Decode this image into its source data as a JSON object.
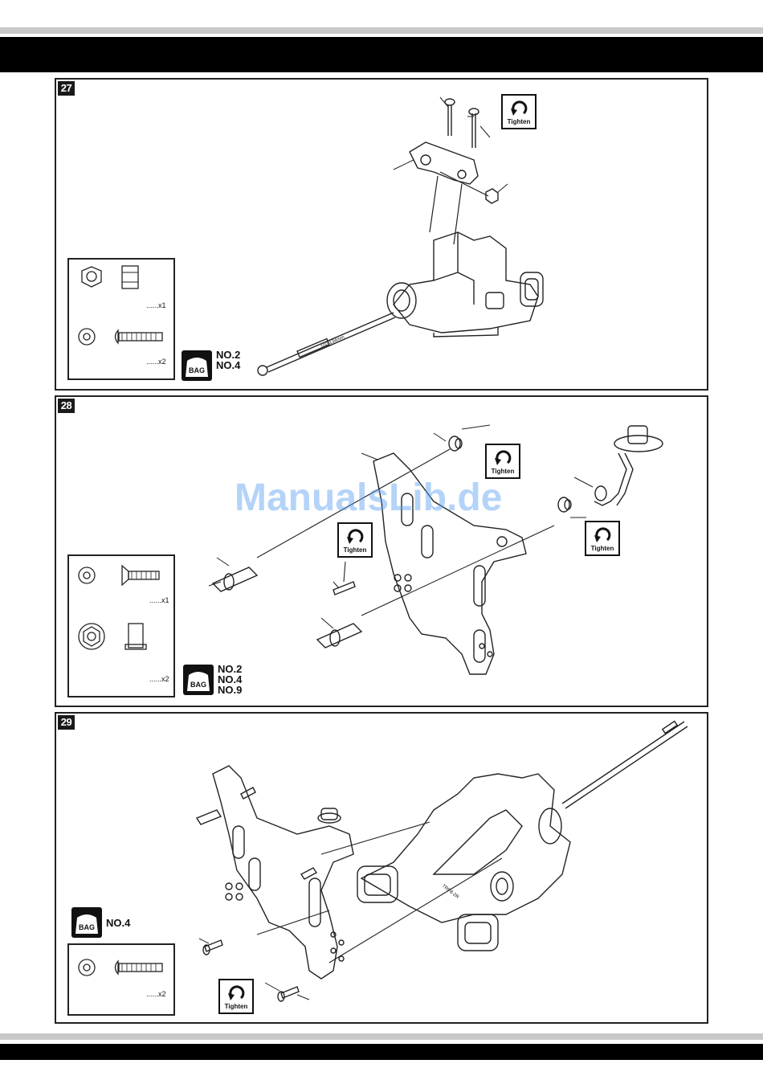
{
  "steps": [
    {
      "number": "27",
      "parts": [
        {
          "icon": "lock-nut-icon",
          "qty": "......x1"
        },
        {
          "icon": "button-head-screw-icon",
          "qty": "......x2"
        }
      ],
      "bag": {
        "icon_label": "BAG",
        "labels": [
          "NO.2",
          "NO.4"
        ]
      },
      "tighten": [
        "Tighten"
      ]
    },
    {
      "number": "28",
      "parts": [
        {
          "icon": "flat-head-screw-icon",
          "qty": "......x1"
        },
        {
          "icon": "flange-nut-icon",
          "qty": "......x2"
        }
      ],
      "bag": {
        "icon_label": "BAG",
        "labels": [
          "NO.2",
          "NO.4",
          "NO.9"
        ]
      },
      "tighten": [
        "Tighten",
        "Tighten",
        "Tighten"
      ]
    },
    {
      "number": "29",
      "parts": [
        {
          "icon": "button-head-screw-icon",
          "qty": "......x2"
        }
      ],
      "bag": {
        "icon_label": "BAG",
        "labels": [
          "NO.4"
        ]
      },
      "tighten": [
        "Tighten"
      ]
    }
  ],
  "watermark": "ManualsLib.de",
  "colors": {
    "header": "#000000",
    "stripe": "#c9c9c9",
    "watermark": "#5aa0f0"
  }
}
